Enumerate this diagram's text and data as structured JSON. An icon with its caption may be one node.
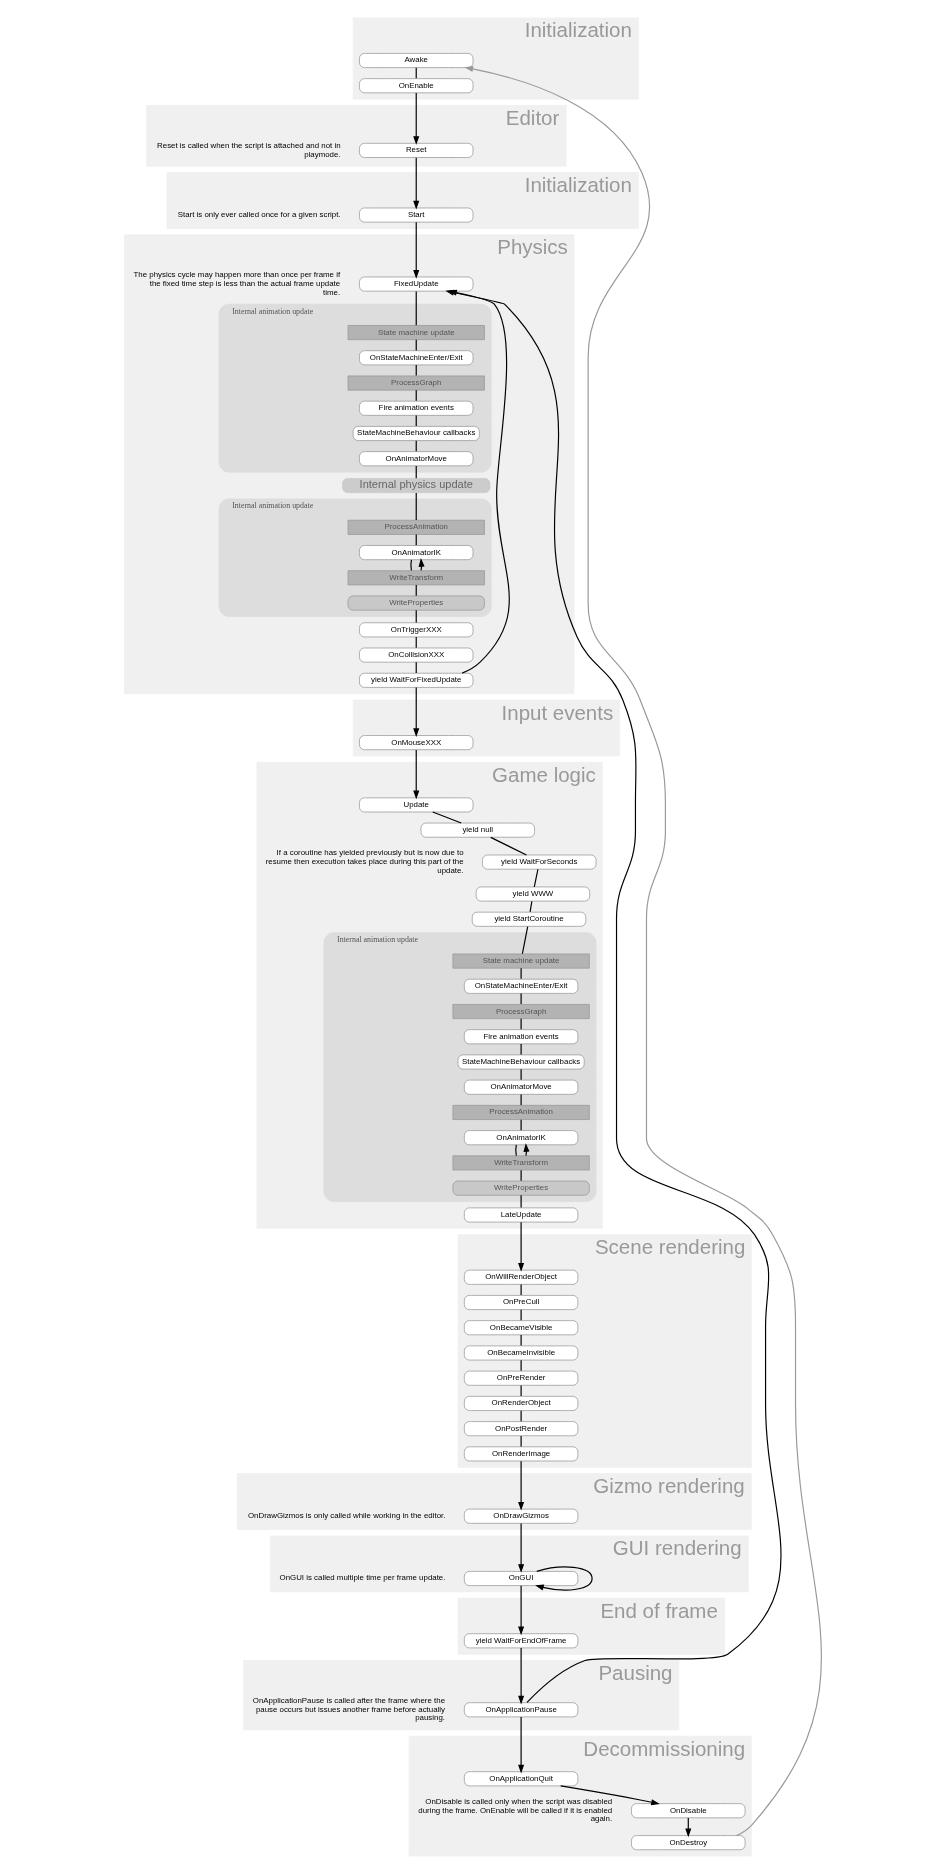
{
  "diagram": {
    "nodes": [
      {
        "text": [
          "Initialization"
        ]
      },
      {
        "text": [
          "Awake"
        ],
        "in": 0
      },
      {
        "text": [
          "OnEnable"
        ],
        "in": 0
      },
      {
        "text": [
          "Editor"
        ]
      },
      {
        "text": [
          "Reset"
        ],
        "in": 3,
        "beside": [
          "Reset is called when the script is attached and not in playmode."
        ]
      },
      {
        "text": [
          "Initialization"
        ]
      },
      {
        "text": [
          "Start"
        ],
        "in": 5,
        "beside": [
          "Start is only ever called once for a given script."
        ]
      },
      {
        "text": [
          "Physics"
        ]
      },
      {
        "text": [
          "FixedUpdate"
        ],
        "in": 7,
        "beside": [
          "The physics cycle may happen more than once per frame if the fixed time step is less than the actual frame update time."
        ]
      },
      {
        "text": [
          "Internal animation update"
        ],
        "in": 7
      },
      {
        "text": [
          "State machine update"
        ],
        "in": 9
      },
      {
        "text": [
          "OnStateMachineEnter/Exit"
        ],
        "in": 9
      },
      {
        "text": [
          "ProcessGraph"
        ],
        "in": 9
      },
      {
        "text": [
          "Fire animation events"
        ],
        "in": 9
      },
      {
        "text": [
          "StateMachineBehaviour callbacks"
        ],
        "in": 9
      },
      {
        "text": [
          "OnAnimatorMove"
        ],
        "in": 9
      },
      {
        "text": [
          "Internal physics update"
        ],
        "in": 7
      },
      {
        "text": [
          "Internal animation update"
        ],
        "in": 7
      },
      {
        "text": [
          "ProcessAnimation"
        ],
        "in": 17
      },
      {
        "text": [
          "OnAnimatorIK"
        ],
        "in": 17
      },
      {
        "text": [
          "WriteTransform"
        ],
        "in": 17
      },
      {
        "text": [
          "WriteProperties"
        ],
        "in": 17
      },
      {
        "text": [
          "OnTriggerXXX"
        ],
        "in": 7
      },
      {
        "text": [
          "OnCollisionXXX"
        ],
        "in": 7
      },
      {
        "text": [
          "yield WaitForFixedUpdate"
        ],
        "in": 7
      },
      {
        "text": [
          "Input events"
        ]
      },
      {
        "text": [
          "OnMouseXXX"
        ],
        "in": 25
      },
      {
        "text": [
          "Game logic"
        ]
      },
      {
        "text": [
          "Update"
        ],
        "in": 27
      },
      {
        "text": [
          "yield null"
        ],
        "in": 27
      },
      {
        "text": [
          "yield WaitForSeconds"
        ],
        "in": 27,
        "beside": [
          "If a coroutine has yielded previously but is now due to resume then execution takes place during this part of the update."
        ]
      },
      {
        "text": [
          "yield WWW"
        ],
        "in": 27
      },
      {
        "text": [
          "yield StartCoroutine"
        ],
        "in": 27
      },
      {
        "text": [
          "Internal animation update"
        ],
        "in": 27
      },
      {
        "text": [
          "State machine update"
        ],
        "in": 33
      },
      {
        "text": [
          "OnStateMachineEnter/Exit"
        ],
        "in": 33
      },
      {
        "text": [
          "ProcessGraph"
        ],
        "in": 33
      },
      {
        "text": [
          "Fire animation events"
        ],
        "in": 33
      },
      {
        "text": [
          "StateMachineBehaviour callbacks"
        ],
        "in": 33
      },
      {
        "text": [
          "OnAnimatorMove"
        ],
        "in": 33
      },
      {
        "text": [
          "ProcessAnimation"
        ],
        "in": 33
      },
      {
        "text": [
          "OnAnimatorIK"
        ],
        "in": 33
      },
      {
        "text": [
          "WriteTransform"
        ],
        "in": 33
      },
      {
        "text": [
          "WriteProperties"
        ],
        "in": 33
      },
      {
        "text": [
          "LateUpdate"
        ],
        "in": 27
      },
      {
        "text": [
          "Scene rendering"
        ]
      },
      {
        "text": [
          "OnWillRenderObject"
        ],
        "in": 45
      },
      {
        "text": [
          "OnPreCull"
        ],
        "in": 45
      },
      {
        "text": [
          "OnBecameVisible"
        ],
        "in": 45
      },
      {
        "text": [
          "OnBecameInvisible"
        ],
        "in": 45
      },
      {
        "text": [
          "OnPreRender"
        ],
        "in": 45
      },
      {
        "text": [
          "OnRenderObject"
        ],
        "in": 45
      },
      {
        "text": [
          "OnPostRender"
        ],
        "in": 45
      },
      {
        "text": [
          "OnRenderImage"
        ],
        "in": 45
      },
      {
        "text": [
          "Gizmo rendering"
        ]
      },
      {
        "text": [
          "OnDrawGizmos"
        ],
        "in": 54,
        "beside": [
          "OnDrawGizmos is only called while working in the editor."
        ]
      },
      {
        "text": [
          "GUI rendering"
        ]
      },
      {
        "text": [
          "OnGUI"
        ],
        "in": 56,
        "beside": [
          "OnGUI is called multiple time per frame update."
        ]
      },
      {
        "text": [
          "End of frame"
        ]
      },
      {
        "text": [
          "yield WaitForEndOfFrame"
        ],
        "in": 58
      },
      {
        "text": [
          "Pausing"
        ]
      },
      {
        "text": [
          "OnApplicationPause"
        ],
        "in": 60,
        "beside": [
          "OnApplicationPause is called after the frame where the pause occurs but issues another frame before actually pausing."
        ]
      },
      {
        "text": [
          "Decommissioning"
        ]
      },
      {
        "text": [
          "OnApplicationQuit"
        ],
        "in": 62
      },
      {
        "text": [
          "OnDisable"
        ],
        "in": 62,
        "beside": [
          "OnDisable is called only when the script was disabled during the frame. OnEnable will be called if it is enabled again."
        ]
      },
      {
        "text": [
          "OnDestroy"
        ],
        "in": 62
      }
    ],
    "edges": [
      {
        "from": 1,
        "to": 2,
        "arrow": "none"
      },
      {
        "from": 2,
        "to": 4,
        "arrow": "to"
      },
      {
        "from": 4,
        "to": 6,
        "arrow": "to"
      },
      {
        "from": 6,
        "to": 8,
        "arrow": "to"
      },
      {
        "from": 8,
        "to": 10,
        "arrow": "none"
      },
      {
        "from": 10,
        "to": 11,
        "arrow": "none"
      },
      {
        "from": 11,
        "to": 12,
        "arrow": "none"
      },
      {
        "from": 12,
        "to": 13,
        "arrow": "none"
      },
      {
        "from": 13,
        "to": 14,
        "arrow": "none"
      },
      {
        "from": 14,
        "to": 15,
        "arrow": "none"
      },
      {
        "from": 15,
        "to": 16,
        "arrow": "none"
      },
      {
        "from": 16,
        "to": 18,
        "arrow": "none"
      },
      {
        "from": 18,
        "to": 19,
        "arrow": "none"
      },
      {
        "from": 19,
        "to": 20,
        "arrow": "none"
      },
      {
        "from": 20,
        "to": 19,
        "arrow": "to"
      },
      {
        "from": 20,
        "to": 21,
        "arrow": "none"
      },
      {
        "from": 21,
        "to": 22,
        "arrow": "none"
      },
      {
        "from": 22,
        "to": 23,
        "arrow": "none"
      },
      {
        "from": 23,
        "to": 24,
        "arrow": "none"
      },
      {
        "from": 24,
        "to": 8,
        "arrow": "to"
      },
      {
        "from": 24,
        "to": 26,
        "arrow": "to"
      },
      {
        "from": 26,
        "to": 28,
        "arrow": "to"
      },
      {
        "from": 28,
        "to": 29,
        "arrow": "none"
      },
      {
        "from": 29,
        "to": 30,
        "arrow": "none"
      },
      {
        "from": 30,
        "to": 31,
        "arrow": "none"
      },
      {
        "from": 31,
        "to": 32,
        "arrow": "none"
      },
      {
        "from": 32,
        "to": 34,
        "arrow": "none"
      },
      {
        "from": 34,
        "to": 35,
        "arrow": "none"
      },
      {
        "from": 35,
        "to": 36,
        "arrow": "none"
      },
      {
        "from": 36,
        "to": 37,
        "arrow": "none"
      },
      {
        "from": 37,
        "to": 38,
        "arrow": "none"
      },
      {
        "from": 38,
        "to": 39,
        "arrow": "none"
      },
      {
        "from": 39,
        "to": 40,
        "arrow": "none"
      },
      {
        "from": 40,
        "to": 41,
        "arrow": "none"
      },
      {
        "from": 41,
        "to": 42,
        "arrow": "none"
      },
      {
        "from": 42,
        "to": 41,
        "arrow": "to"
      },
      {
        "from": 42,
        "to": 43,
        "arrow": "none"
      },
      {
        "from": 43,
        "to": 44,
        "arrow": "none"
      },
      {
        "from": 44,
        "to": 46,
        "arrow": "to"
      },
      {
        "from": 46,
        "to": 47,
        "arrow": "none"
      },
      {
        "from": 47,
        "to": 48,
        "arrow": "none"
      },
      {
        "from": 48,
        "to": 49,
        "arrow": "none"
      },
      {
        "from": 49,
        "to": 50,
        "arrow": "none"
      },
      {
        "from": 50,
        "to": 51,
        "arrow": "none"
      },
      {
        "from": 51,
        "to": 52,
        "arrow": "none"
      },
      {
        "from": 52,
        "to": 53,
        "arrow": "none"
      },
      {
        "from": 53,
        "to": 55,
        "arrow": "to"
      },
      {
        "from": 55,
        "to": 57,
        "arrow": "to"
      },
      {
        "from": 57,
        "to": 57,
        "arrow": "to"
      },
      {
        "from": 57,
        "to": 59,
        "arrow": "to"
      },
      {
        "from": 59,
        "to": 61,
        "arrow": "to"
      },
      {
        "from": 61,
        "to": 8,
        "arrow": "to"
      },
      {
        "from": 61,
        "to": 63,
        "arrow": "to"
      },
      {
        "from": 63,
        "to": 64,
        "arrow": "to"
      },
      {
        "from": 64,
        "to": 65,
        "arrow": "to"
      },
      {
        "from": 65,
        "to": 1,
        "arrow": "to",
        "color": "#999999"
      }
    ]
  }
}
